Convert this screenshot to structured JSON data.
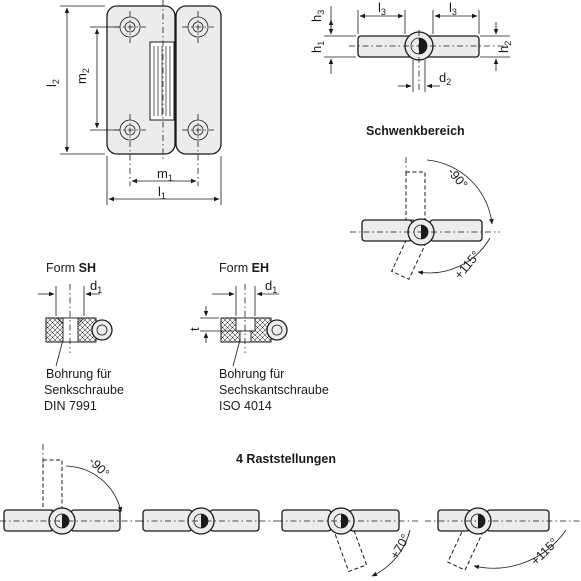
{
  "labels": {
    "l1": "l",
    "l1_sub": "1",
    "l2": "l",
    "l2_sub": "2",
    "m1": "m",
    "m1_sub": "1",
    "m2": "m",
    "m2_sub": "2",
    "h1": "h",
    "h1_sub": "1",
    "h2": "h",
    "h2_sub": "2",
    "h3": "h",
    "h3_sub": "3",
    "l3_left": "l",
    "l3_left_sub": "3",
    "l3_right": "l",
    "l3_right_sub": "3",
    "d2": "d",
    "d2_sub": "2",
    "d1_sh": "d",
    "d1_sh_sub": "1",
    "d1_eh": "d",
    "d1_eh_sub": "1",
    "t": "t"
  },
  "swing": {
    "title": "Schwenkbereich",
    "angle_up": "-90°",
    "angle_down": "+115°"
  },
  "form_sh": {
    "prefix": "Form ",
    "code": "SH",
    "caption_lines": [
      "Bohrung für",
      "Senkschraube",
      "DIN 7991"
    ]
  },
  "form_eh": {
    "prefix": "Form ",
    "code": "EH",
    "caption_lines": [
      "Bohrung für",
      "Sechskantschraube",
      "ISO 4014"
    ]
  },
  "detents": {
    "title": "4 Raststellungen",
    "angles": [
      "-90°",
      "+70°",
      "+115°"
    ]
  },
  "colors": {
    "line": "#1a1a1a",
    "part_fill": "#ececec",
    "background": "#ffffff"
  }
}
